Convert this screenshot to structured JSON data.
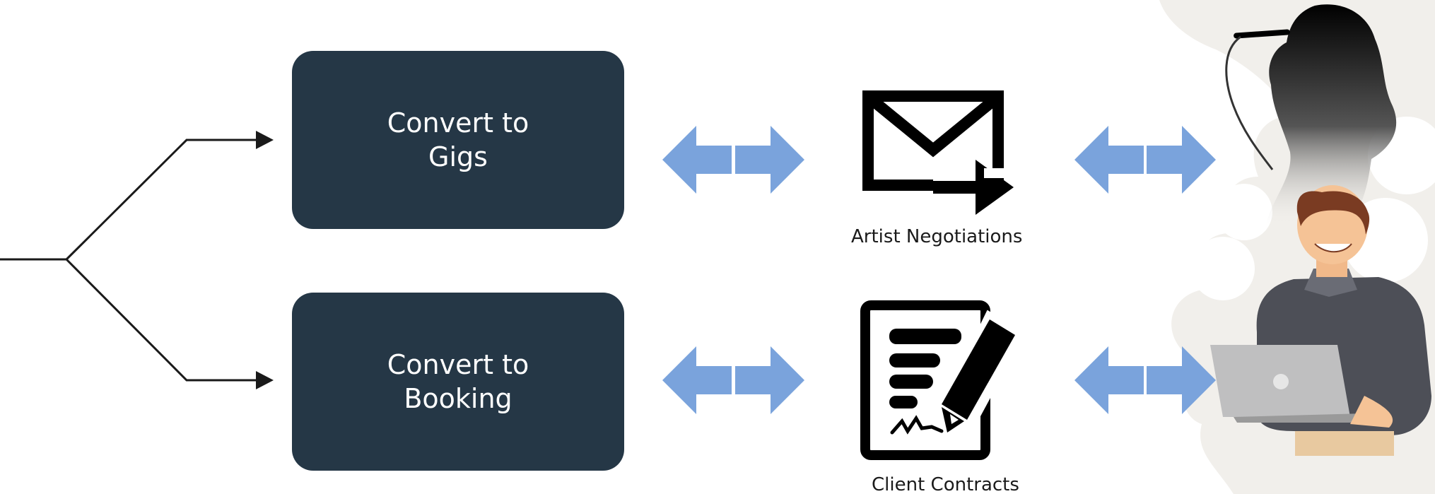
{
  "diagram": {
    "boxes": [
      {
        "id": "gigs",
        "label": "Convert to Gigs"
      },
      {
        "id": "booking",
        "label": "Convert to Booking"
      }
    ],
    "icons": [
      {
        "id": "negotiations",
        "icon": "envelope-send-icon",
        "label": "Artist Negotiations"
      },
      {
        "id": "contracts",
        "icon": "contract-signature-icon",
        "label": "Client Contracts"
      }
    ],
    "people": [
      {
        "id": "artist",
        "icon": "singer-silhouette-icon"
      },
      {
        "id": "client",
        "icon": "man-with-laptop-icon"
      }
    ],
    "colors": {
      "box": "#253746",
      "arrow": "#7aa3dc",
      "connector": "#1a1a1a",
      "cloud": "#f1efeb"
    }
  }
}
